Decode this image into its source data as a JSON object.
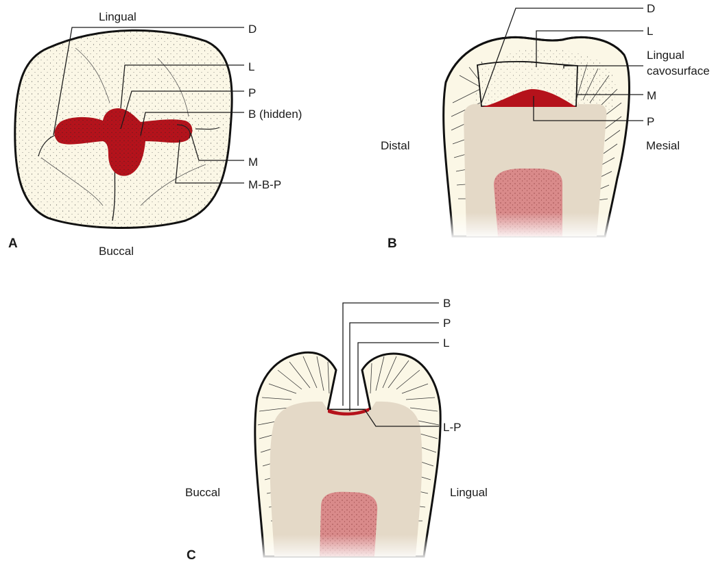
{
  "panels": {
    "a": {
      "letter": "A",
      "top_label": "Lingual",
      "bottom_label": "Buccal",
      "callouts": [
        "D",
        "L",
        "P",
        "B (hidden)",
        "M",
        "M-B-P"
      ]
    },
    "b": {
      "letter": "B",
      "left_label": "Distal",
      "right_label": "Mesial",
      "callouts": [
        "D",
        "L",
        "Lingual",
        "cavosurface",
        "M",
        "P"
      ]
    },
    "c": {
      "letter": "C",
      "left_label": "Buccal",
      "right_label": "Lingual",
      "callouts": [
        "B",
        "P",
        "L",
        "L-P"
      ]
    }
  },
  "colors": {
    "enamel": "#fbf7e6",
    "dentin": "#e4d9c7",
    "pulp": "#d98a8a",
    "preparation": "#b5121b",
    "outline": "#111111"
  }
}
